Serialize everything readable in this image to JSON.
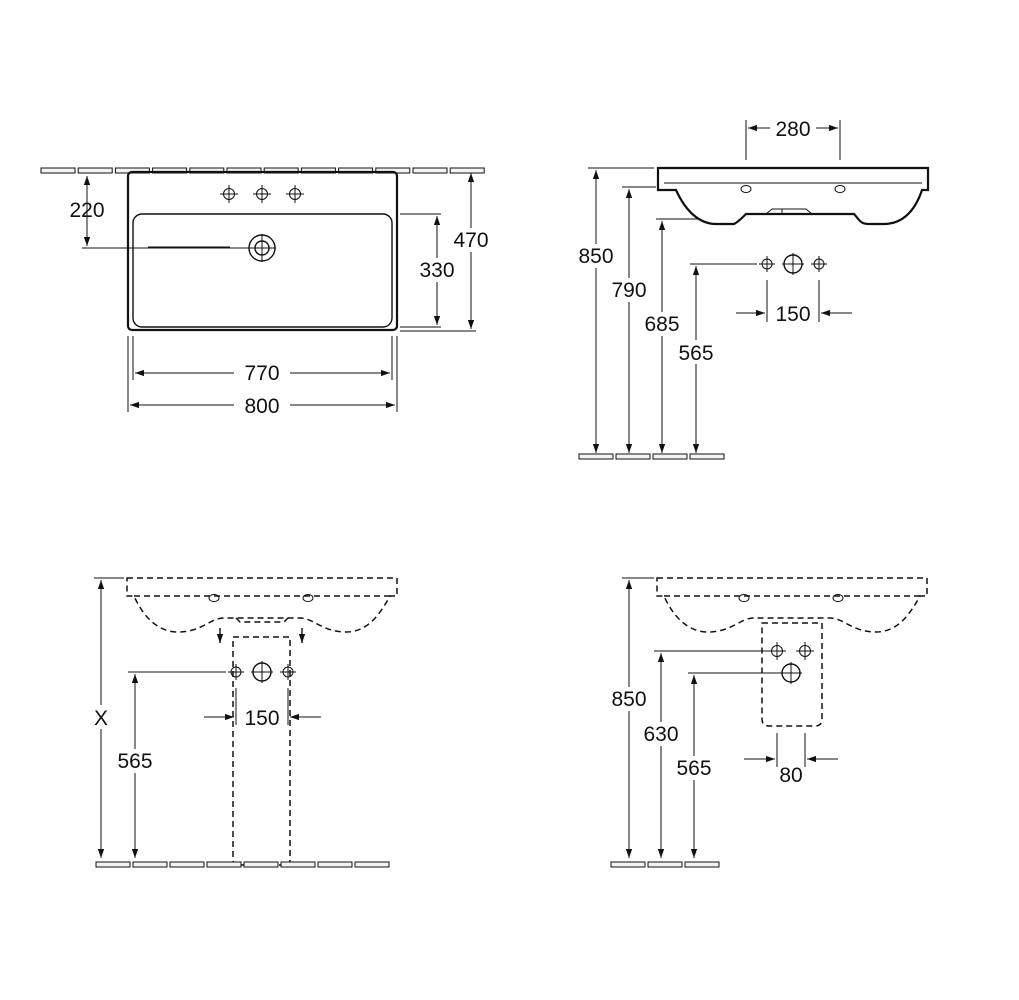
{
  "top_view": {
    "dim_tap_offset": "220",
    "dim_bowl_depth": "330",
    "dim_total_depth": "470",
    "dim_inner_width": "770",
    "dim_total_width": "800"
  },
  "side_view": {
    "dim_fixing_spacing": "280",
    "dim_rim_height": "850",
    "dim_underside_height": "790",
    "dim_bowl_bottom_height": "685",
    "dim_waste_height": "565",
    "dim_supply_spacing": "150"
  },
  "pedestal_view": {
    "dim_variable_height": "X",
    "dim_waste_height": "565",
    "dim_supply_spacing": "150"
  },
  "semi_pedestal_view": {
    "dim_rim_height": "850",
    "dim_supply_height": "630",
    "dim_waste_height": "565",
    "dim_supply_spacing": "80"
  }
}
